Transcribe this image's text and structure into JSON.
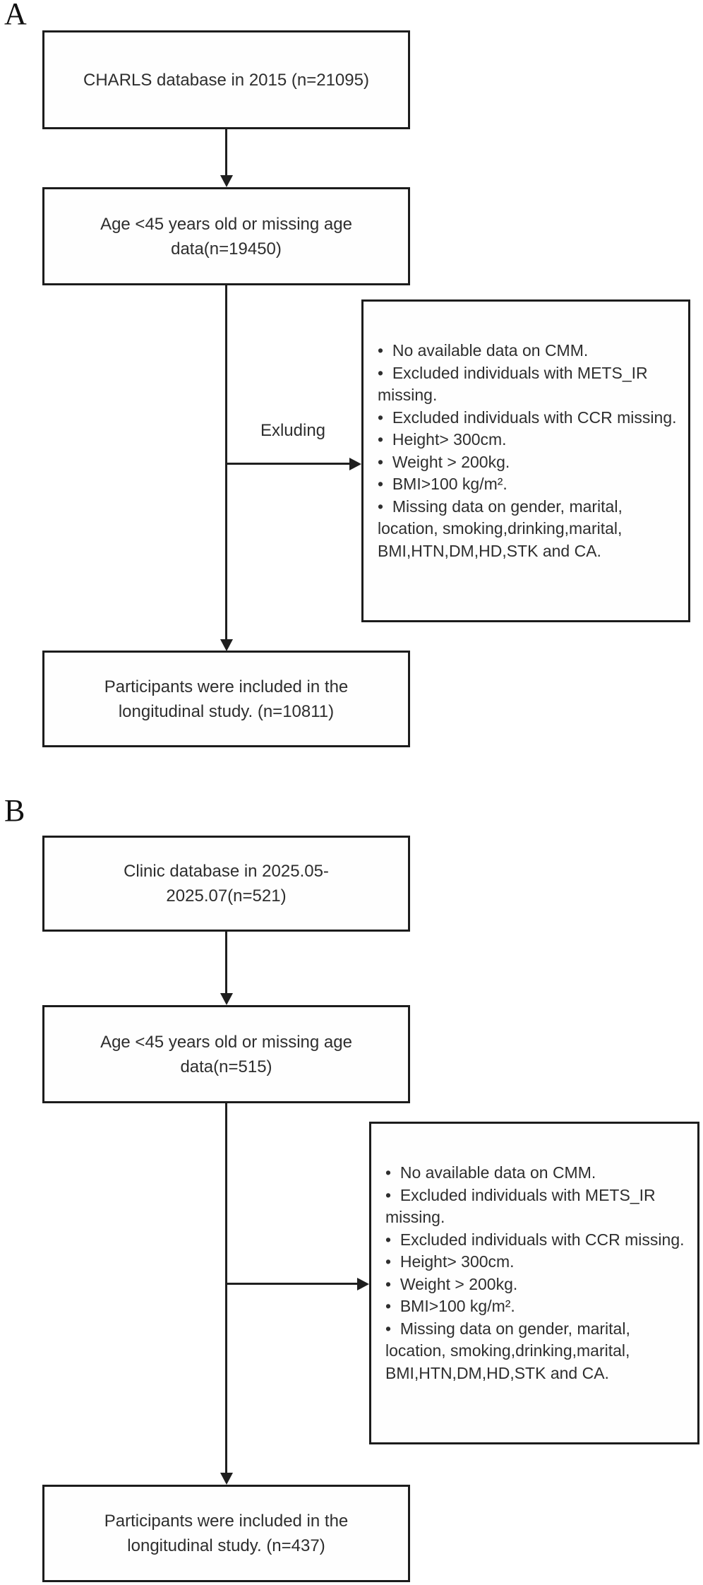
{
  "panel_a": {
    "label": "A",
    "box1": {
      "lines": [
        "CHARLS database in 2015 (n=21095)"
      ]
    },
    "box2": {
      "lines": [
        "Age <45 years old or missing age",
        "data(n=19450)"
      ]
    },
    "excluding_label": "Exluding",
    "exclusion_box": {
      "items": [
        "No available data on CMM.",
        "Excluded individuals with METS_IR missing.",
        "Excluded individuals with CCR missing.",
        "Height> 300cm.",
        "Weight > 200kg.",
        "BMI>100 kg/m².",
        "Missing data on gender, marital, location, smoking,drinking,marital, BMI,HTN,DM,HD,STK and CA."
      ]
    },
    "box3": {
      "lines": [
        "Participants were included in the",
        "longitudinal study. (n=10811)"
      ]
    }
  },
  "panel_b": {
    "label": "B",
    "box1": {
      "lines": [
        "Clinic database in 2025.05-",
        "2025.07(n=521)"
      ]
    },
    "box2": {
      "lines": [
        "Age <45 years old or missing age",
        "data(n=515)"
      ]
    },
    "exclusion_box": {
      "items": [
        "No available data on CMM.",
        "Excluded individuals with METS_IR missing.",
        "Excluded individuals with CCR missing.",
        "Height> 300cm.",
        "Weight > 200kg.",
        "BMI>100 kg/m².",
        "Missing data on gender, marital, location, smoking,drinking,marital, BMI,HTN,DM,HD,STK and CA."
      ]
    },
    "box3": {
      "lines": [
        "Participants were included in the",
        "longitudinal study. (n=437)"
      ]
    }
  },
  "colors": {
    "line": "#1f1f1f",
    "text": "#2e2e2e",
    "background": "#ffffff"
  }
}
